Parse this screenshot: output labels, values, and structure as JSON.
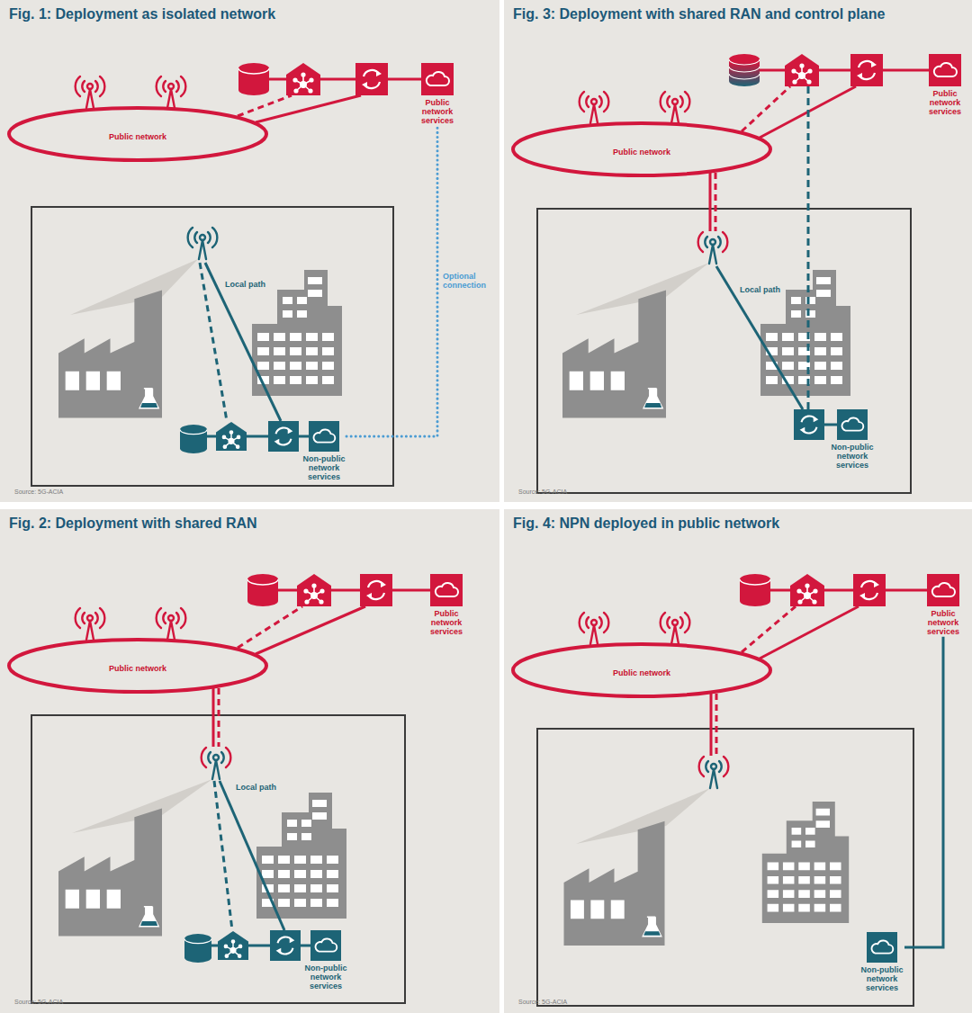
{
  "diagram": {
    "nodes": [
      {
        "text": [
          "Fig. 1: Deployment as isolated network"
        ]
      },
      {
        "text": [
          "Public network"
        ],
        "in": 0
      },
      {
        "text": [
          "Public network services"
        ],
        "in": 0
      },
      {
        "text": [
          "Non-public network services"
        ],
        "in": 0
      },
      {
        "text": [
          "Fig. 3: Deployment with shared RAN and control plane"
        ]
      },
      {
        "text": [
          "Public network"
        ],
        "in": 4
      },
      {
        "text": [
          "Public network services"
        ],
        "in": 4
      },
      {
        "text": [
          "Non-public network services"
        ],
        "in": 4
      },
      {
        "text": [
          "Fig. 2: Deployment with shared RAN"
        ]
      },
      {
        "text": [
          "Public network"
        ],
        "in": 8
      },
      {
        "text": [
          "Public network services"
        ],
        "in": 8
      },
      {
        "text": [
          "Non-public network services"
        ],
        "in": 8
      },
      {
        "text": [
          "Fig. 4: NPN deployed in public network"
        ]
      },
      {
        "text": [
          "Public network"
        ],
        "in": 12
      },
      {
        "text": [
          "Public network services"
        ],
        "in": 12
      },
      {
        "text": [
          "Non-public network services"
        ],
        "in": 12
      }
    ],
    "edges": [
      {
        "from": 3,
        "to": 2,
        "label": "Optional connection",
        "arrow": "none"
      },
      {
        "from": 14,
        "to": 15,
        "arrow": "none"
      }
    ],
    "labels": [
      "Local path",
      "Source: 5G-ACIA",
      "Local path",
      "Source: 5G-ACIA",
      "Local path",
      "Source: 5G-ACIA",
      "Source: 5G-ACIA"
    ]
  }
}
